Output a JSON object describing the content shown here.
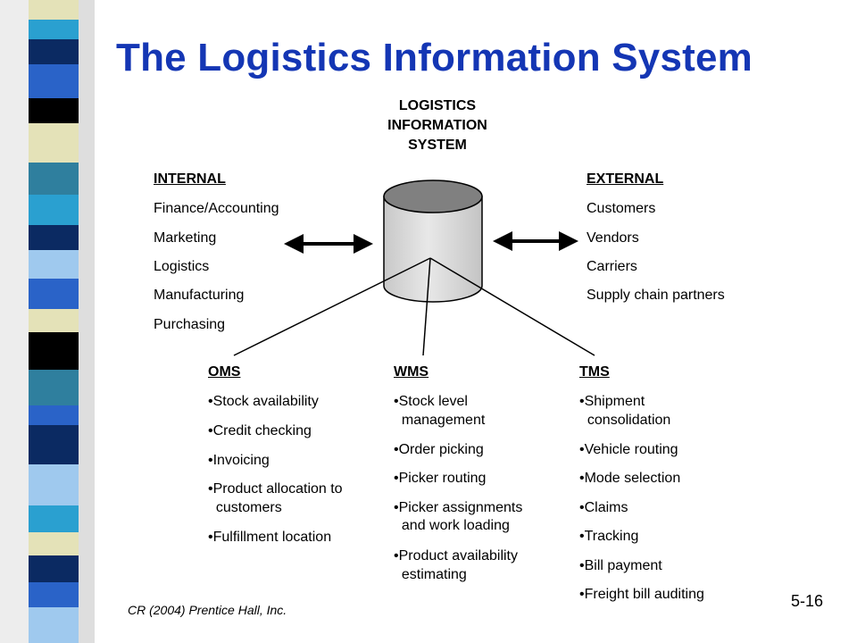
{
  "slide": {
    "title": "The Logistics Information System",
    "credit": "CR (2004) Prentice Hall, Inc.",
    "number": "5-16",
    "colors": {
      "title": "#1436b4",
      "stripe_dark": "#0b2a62",
      "stripe_blue": "#2a63c8",
      "stripe_cyan": "#2aa0d0",
      "stripe_light": "#9fc9ee",
      "stripe_cream": "#e4e2b8",
      "stripe_black": "#000000",
      "stripe_teal": "#2f7f9e",
      "cylinder_top": "#808080",
      "cylinder_body": "#dcdcdc"
    }
  },
  "center": {
    "heading_lines": [
      "LOGISTICS",
      "INFORMATION",
      "SYSTEM"
    ],
    "shape": "database-cylinder"
  },
  "internal": {
    "heading": "INTERNAL",
    "items": [
      "Finance/Accounting",
      "Marketing",
      "Logistics",
      "Manufacturing",
      "Purchasing"
    ]
  },
  "external": {
    "heading": "EXTERNAL",
    "items": [
      "Customers",
      "Vendors",
      "Carriers",
      "Supply chain  partners"
    ]
  },
  "oms": {
    "heading": "OMS",
    "lines": [
      "•Stock availability",
      "•Credit checking",
      "•Invoicing",
      "•Product allocation to",
      "  customers",
      "•Fulfillment location"
    ]
  },
  "wms": {
    "heading": "WMS",
    "lines": [
      "•Stock level",
      "  management",
      "•Order picking",
      "•Picker routing",
      "•Picker assignments",
      "  and work loading",
      "•Product availability",
      "  estimating"
    ]
  },
  "tms": {
    "heading": "TMS",
    "lines": [
      "•Shipment",
      "  consolidation",
      "•Vehicle routing",
      "•Mode selection",
      "•Claims",
      "•Tracking",
      "•Bill payment",
      "•Freight bill auditing"
    ]
  }
}
